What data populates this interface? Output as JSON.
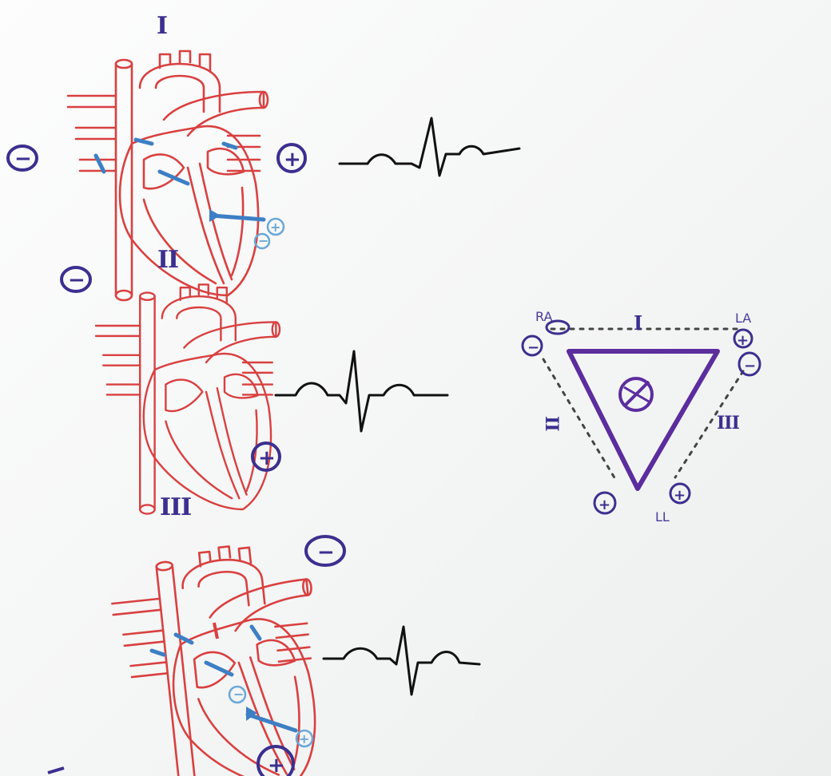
{
  "leads": [
    {
      "id": "I",
      "label": "I",
      "neg": "−",
      "pos": "+"
    },
    {
      "id": "II",
      "label": "II",
      "neg": "−",
      "pos": "+"
    },
    {
      "id": "III",
      "label": "III",
      "neg": "−",
      "pos": "+"
    }
  ],
  "lead1_electrodes": {
    "pos": "+",
    "neg": "−"
  },
  "lead3_electrodes": {
    "neg": "−",
    "pos": "+"
  },
  "triangle": {
    "top_label": "I",
    "left_label": "II",
    "right_label": "III",
    "ra": "RA",
    "la": "LA",
    "ll": "LL",
    "ra_sign": "−",
    "la_sign": "+",
    "la_sign2": "−",
    "ll_sign_left": "+",
    "ll_sign_right": "+"
  },
  "colors": {
    "heart": "#d94040",
    "ink_purple": "#3b2f8f",
    "triangle": "#5b2d9e",
    "arrows": "#3d7fc4",
    "ecg": "#111111"
  }
}
